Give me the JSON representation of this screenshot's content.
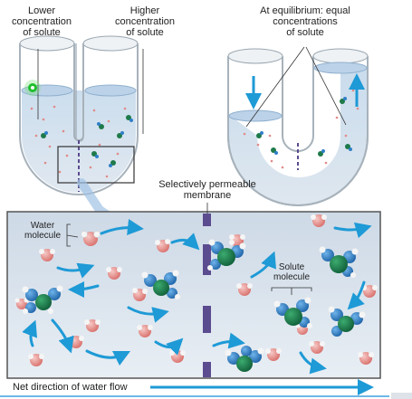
{
  "labels": {
    "lower_line1": "Lower",
    "lower_line2": "concentration",
    "lower_line3": "of solute",
    "higher_line1": "Higher",
    "higher_line2": "concentration",
    "higher_line3": "of solute",
    "equil_line1": "At equilibrium: equal",
    "equil_line2": "concentrations",
    "equil_line3": "of solute",
    "membrane_line1": "Selectively permeable",
    "membrane_line2": "membrane",
    "water_line1": "Water",
    "water_line2": "molecule",
    "solute_line1": "Solute",
    "solute_line2": "molecule",
    "flow": "Net direction of water flow"
  },
  "colors": {
    "water_fill": "#b9d3ec",
    "tube_glass": "#e7edf2",
    "membrane": "#5b4b8f",
    "arrow": "#1e9ad6",
    "oxygen": "#e58a87",
    "solute_center": "#1f7a4a",
    "solute_blue": "#2f7fc7"
  },
  "icons": {
    "indicator": "green-circle-icon",
    "water": "water-molecule-icon",
    "solute": "solute-molecule-icon"
  }
}
